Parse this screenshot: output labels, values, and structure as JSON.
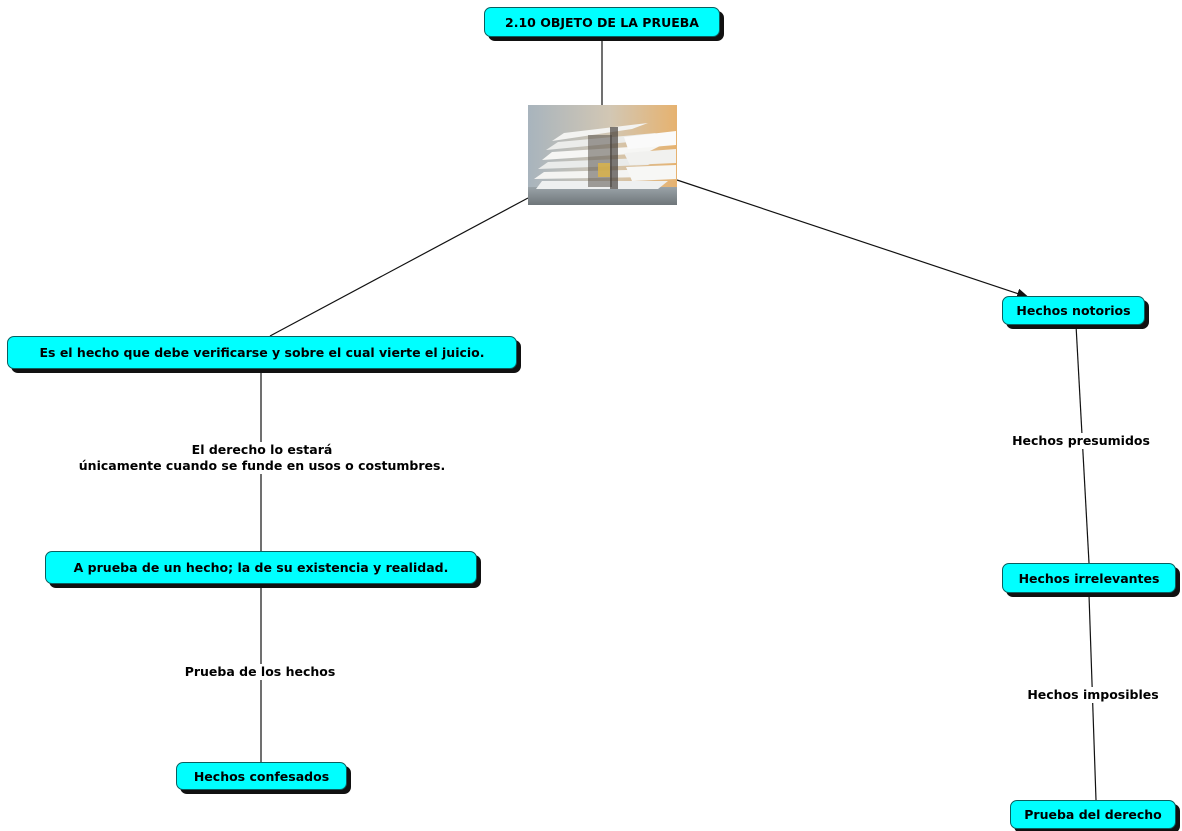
{
  "map": {
    "title": "2.10 OBJETO DE LA PRUEBA",
    "image_icon": "stacked-paper-documents-photo",
    "nodes": {
      "definition": "Es el hecho que debe verificarse y sobre el cual vierte el juicio.",
      "proof_of_fact": "A prueba de un hecho; la de su existencia y realidad.",
      "confessed": "Hechos confesados",
      "notorious": "Hechos notorios",
      "irrelevant": "Hechos irrelevantes",
      "proof_of_law": "Prueba del derecho"
    },
    "links": {
      "law_line1": "El derecho lo estará",
      "law_line2": "únicamente cuando se funde en usos o costumbres.",
      "facts_proof": "Prueba de los hechos",
      "presumed": "Hechos presumidos",
      "impossible": "Hechos imposibles"
    }
  },
  "colors": {
    "node_fill": "#00ffff",
    "node_shadow": "#111111",
    "connector": "#111111"
  }
}
